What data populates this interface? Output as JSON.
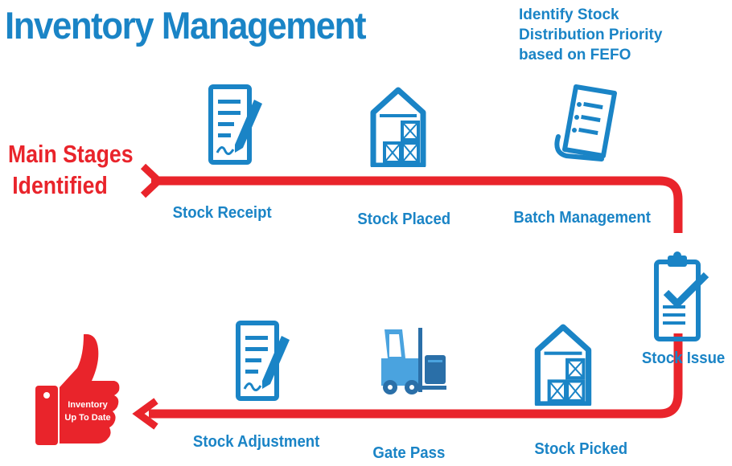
{
  "title": "Inventory Management",
  "note": {
    "line1": "Identify Stock",
    "line2": "Distribution Priority",
    "line3": "based on FEFO"
  },
  "main_stages": {
    "line1": "Main Stages",
    "line2": "Identified"
  },
  "stages": [
    {
      "label": "Stock Receipt",
      "icon": "document-pen-icon"
    },
    {
      "label": "Stock Placed",
      "icon": "warehouse-icon"
    },
    {
      "label": "Batch Management",
      "icon": "checklist-scroll-icon"
    },
    {
      "label": "Stock Issue",
      "icon": "clipboard-check-icon"
    },
    {
      "label": "Stock Picked",
      "icon": "warehouse-icon"
    },
    {
      "label": "Gate Pass",
      "icon": "forklift-icon"
    },
    {
      "label": "Stock Adjustment",
      "icon": "document-pen-icon"
    }
  ],
  "badge": {
    "line1": "Inventory",
    "line2": "Up To Date",
    "icon": "thumbs-up-icon"
  },
  "colors": {
    "blue": "#1a84c6",
    "red": "#e9242b"
  }
}
